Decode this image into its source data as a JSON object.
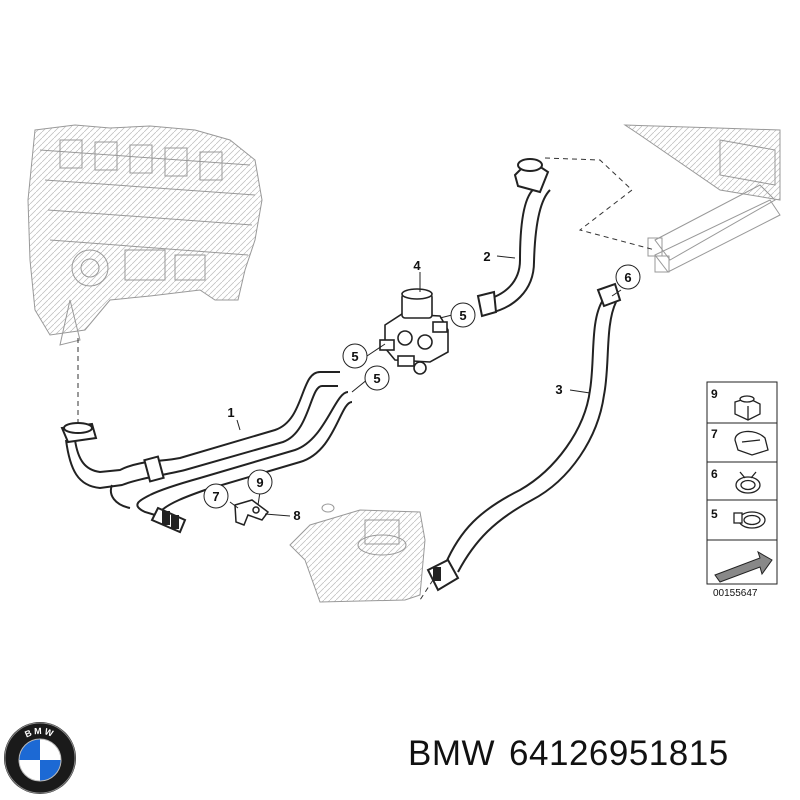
{
  "logo": {
    "name": "bmw-logo",
    "text": "BMW",
    "colors": {
      "blue": "#1c69d4",
      "ring": "#1a1a1a",
      "white": "#ffffff"
    }
  },
  "caption": {
    "brand": "BMW",
    "part_number": "64126951815"
  },
  "reference_number": "00155647",
  "callouts": {
    "c1": "1",
    "c2": "2",
    "c3": "3",
    "c4": "4",
    "c5a": "5",
    "c5b": "5",
    "c5c": "5",
    "c6": "6",
    "c7": "7",
    "c8": "8",
    "c9": "9"
  },
  "legend": {
    "items": [
      "9",
      "7",
      "6",
      "5"
    ]
  }
}
